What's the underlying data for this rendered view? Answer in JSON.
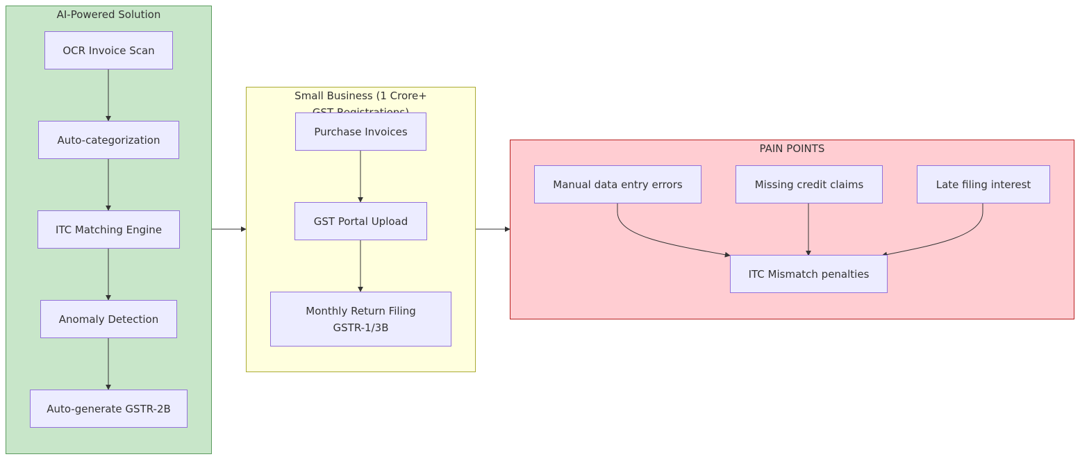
{
  "clusters": {
    "ai": {
      "title": "AI-Powered Solution",
      "nodes": {
        "ocr": "OCR Invoice Scan",
        "categorize": "Auto-categorization",
        "itc_engine": "ITC Matching Engine",
        "anomaly": "Anomaly Detection",
        "gstr2b": "Auto-generate GSTR-2B"
      }
    },
    "business": {
      "title_line1": "Small Business (1 Crore+",
      "title_line2": "GST Registrations)",
      "nodes": {
        "purchase": "Purchase Invoices",
        "portal": "GST Portal Upload",
        "monthly_line1": "Monthly Return Filing",
        "monthly_line2": "GSTR-1/3B"
      }
    },
    "pain": {
      "title": "PAIN POINTS",
      "nodes": {
        "manual": "Manual data entry errors",
        "missing": "Missing credit claims",
        "late": "Late filing interest",
        "penalties": "ITC Mismatch penalties"
      }
    }
  },
  "colors": {
    "node_fill": "#ececff",
    "node_border": "#9370db",
    "ai_fill": "#c8e6c9",
    "ai_border": "#5a9b5e",
    "business_fill": "#ffffde",
    "business_border": "#aaaa33",
    "pain_fill": "#ffcdd2",
    "pain_border": "#b71c1c",
    "edge": "#333333"
  }
}
